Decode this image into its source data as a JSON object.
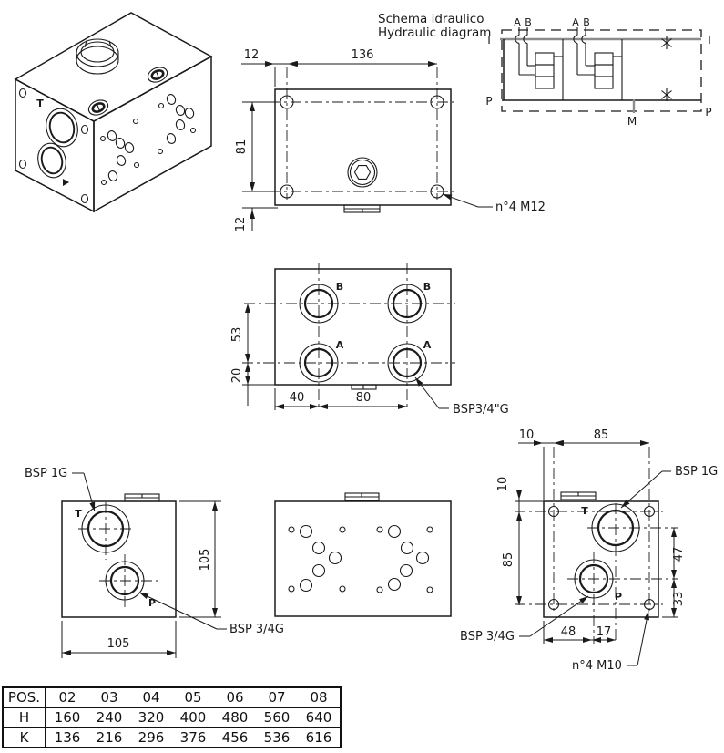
{
  "schematic": {
    "title_line1": "Schema idraulico",
    "title_line2": "Hydraulic diagram",
    "t_left": "T",
    "t_right": "T",
    "p_left": "P",
    "p_right": "P",
    "m_label": "M",
    "station1_a": "A",
    "station1_b": "B",
    "station2_a": "A",
    "station2_b": "B"
  },
  "iso_view": {
    "t_label": "T"
  },
  "top_view": {
    "dim_left_offset": "12",
    "dim_hole_span": "136",
    "dim_vert_span": "81",
    "dim_bottom_offset": "12",
    "leader_mounting_holes": "n°4 M12"
  },
  "ports_view": {
    "label_b1": "B",
    "label_b2": "B",
    "label_a1": "A",
    "label_a2": "A",
    "dim_row_span": "53",
    "dim_bottom_offset": "20",
    "dim_left_offset": "40",
    "dim_col_span": "80",
    "leader_ports": "BSP3/4\"G"
  },
  "left_view": {
    "label_t": "T",
    "label_p": "P",
    "dim_height": "105",
    "dim_width": "105",
    "leader_t_port": "BSP 1G",
    "leader_p_port": "BSP 3/4G"
  },
  "right_view": {
    "label_t": "T",
    "label_p": "P",
    "dim_edge_offset_h": "10",
    "dim_hole_span_h": "85",
    "dim_edge_offset_v": "10",
    "dim_hole_span_v": "85",
    "dim_t_to_p": "47",
    "dim_p_to_bottom": "33",
    "dim_p_from_edge": "48",
    "dim_p_to_t": "17",
    "leader_t_port": "BSP 1G",
    "leader_p_port": "BSP 3/4G",
    "leader_mounting_holes": "n°4 M10"
  },
  "table": {
    "rows": [
      [
        "POS.",
        "02",
        "03",
        "04",
        "05",
        "06",
        "07",
        "08"
      ],
      [
        "H",
        "160",
        "240",
        "320",
        "400",
        "480",
        "560",
        "640"
      ],
      [
        "K",
        "136",
        "216",
        "296",
        "376",
        "456",
        "536",
        "616"
      ]
    ]
  },
  "colors": {
    "line": "#1a1a1a",
    "tank_line": "#8c8c8c"
  }
}
